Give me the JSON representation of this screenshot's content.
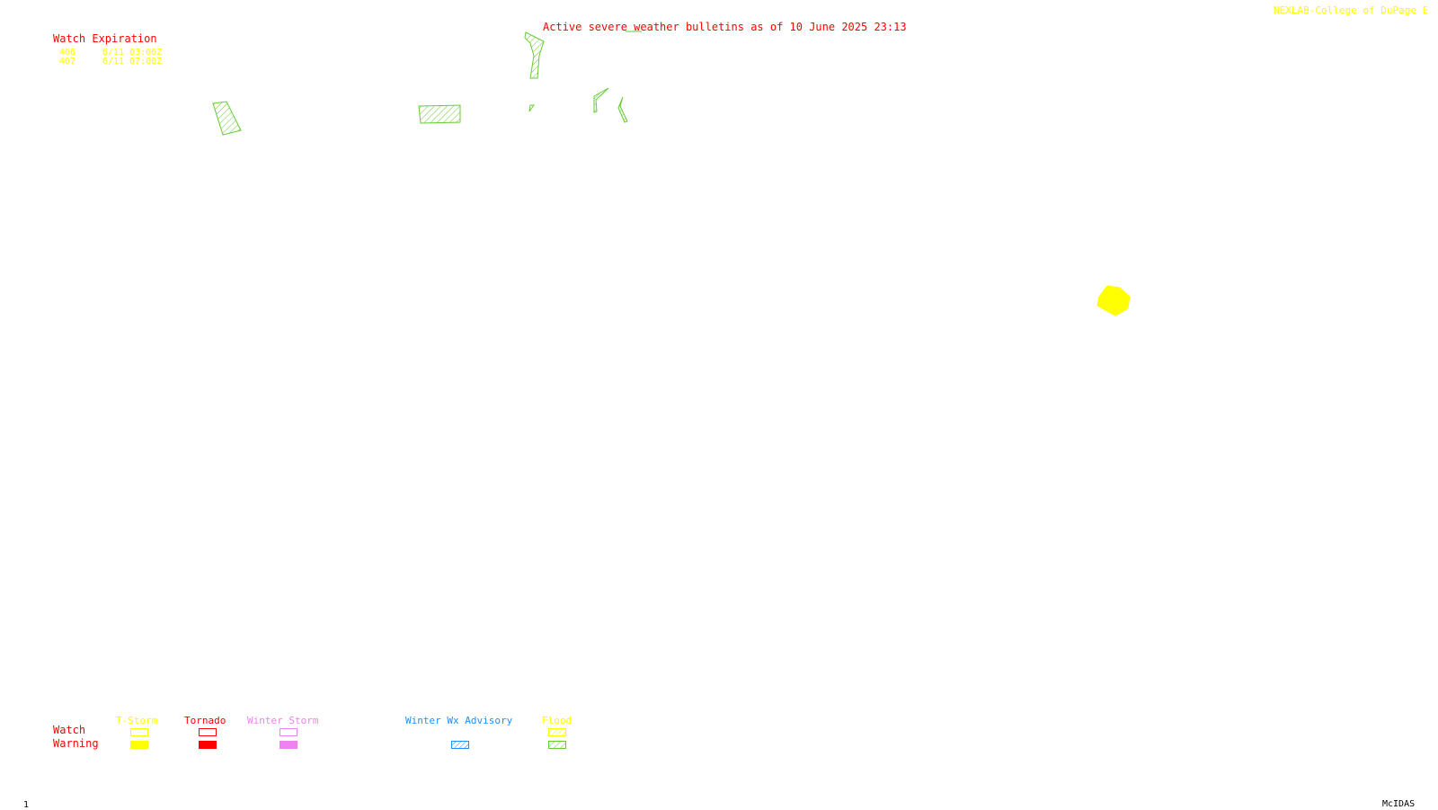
{
  "header": {
    "title": "Active severe weather bulletins as of 10 June 2025 23:13",
    "credit": "NEXLAB-College of DuPage E"
  },
  "watch_table": {
    "heading": "Watch Expiration",
    "rows": [
      {
        "number": "406",
        "expires": "6/11 03:00Z"
      },
      {
        "number": "407",
        "expires": "6/11 07:00Z"
      }
    ]
  },
  "legend": {
    "row_labels": {
      "watch": "Watch",
      "warning": "Warning"
    },
    "columns": [
      {
        "label": "T-Storm",
        "color": "#ffff00",
        "watch_style": "outline",
        "warning_style": "filled"
      },
      {
        "label": "Tornado",
        "color": "#ff0000",
        "watch_style": "outline",
        "warning_style": "filled"
      },
      {
        "label": "Winter Storm",
        "color": "#ee82ee",
        "watch_style": "outline",
        "warning_style": "filled"
      },
      {
        "label": "Winter Wx Advisory",
        "color": "#1e90ff",
        "watch_style": "none",
        "warning_style": "hatched"
      },
      {
        "label": "Flood",
        "color": "#ffff00",
        "watch_style": "hatched",
        "warning_style": "hatched",
        "warning_color": "#66cc33"
      }
    ]
  },
  "footer": {
    "frame_number": "1",
    "software": "McIDAS"
  },
  "colors": {
    "flood_warning": "#66cc33",
    "tstorm_warning": "#ffff00",
    "header_text": "#ff0000"
  }
}
